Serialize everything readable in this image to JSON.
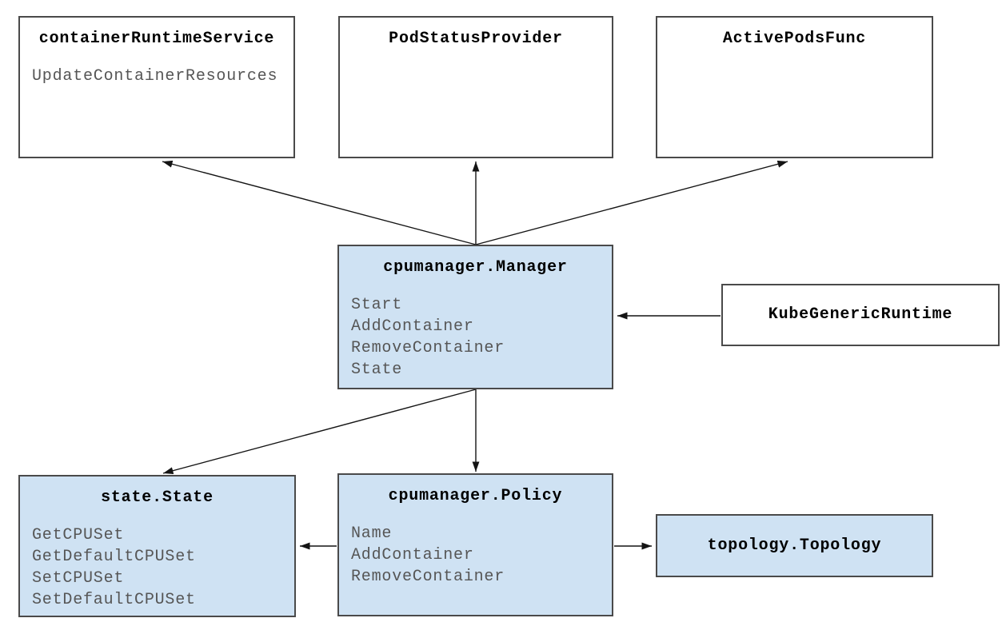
{
  "colors": {
    "highlight_fill": "#cfe2f3",
    "plain_fill": "#ffffff",
    "border": "#4a4a4a",
    "edge_line": "#141414",
    "title_text": "#000000",
    "method_text": "#565656"
  },
  "nodes": [
    {
      "id": "container-runtime-service",
      "title": "containerRuntimeService",
      "methods": [
        "UpdateContainerResources"
      ],
      "variant": "plain",
      "shape": "tall"
    },
    {
      "id": "pod-status-provider",
      "title": "PodStatusProvider",
      "methods": [],
      "variant": "plain",
      "shape": "tall"
    },
    {
      "id": "active-pods-func",
      "title": "ActivePodsFunc",
      "methods": [],
      "variant": "plain",
      "shape": "tall"
    },
    {
      "id": "cpumanager-manager",
      "title": "cpumanager.Manager",
      "methods": [
        "Start",
        "AddContainer",
        "RemoveContainer",
        "State"
      ],
      "variant": "highlight",
      "shape": "tall"
    },
    {
      "id": "kube-generic-runtime",
      "title": "KubeGenericRuntime",
      "methods": [],
      "variant": "plain",
      "shape": "banner"
    },
    {
      "id": "state-state",
      "title": "state.State",
      "methods": [
        "GetCPUSet",
        "GetDefaultCPUSet",
        "SetCPUSet",
        "SetDefaultCPUSet"
      ],
      "variant": "highlight",
      "shape": "tall"
    },
    {
      "id": "cpumanager-policy",
      "title": "cpumanager.Policy",
      "methods": [
        "Name",
        "AddContainer",
        "RemoveContainer"
      ],
      "variant": "highlight",
      "shape": "tall"
    },
    {
      "id": "topology-topology",
      "title": "topology.Topology",
      "methods": [],
      "variant": "highlight",
      "shape": "banner"
    }
  ],
  "edges": [
    {
      "from": "cpumanager-manager",
      "to": "container-runtime-service"
    },
    {
      "from": "cpumanager-manager",
      "to": "pod-status-provider"
    },
    {
      "from": "cpumanager-manager",
      "to": "active-pods-func"
    },
    {
      "from": "cpumanager-manager",
      "to": "state-state"
    },
    {
      "from": "cpumanager-manager",
      "to": "cpumanager-policy"
    },
    {
      "from": "cpumanager-policy",
      "to": "state-state"
    },
    {
      "from": "cpumanager-policy",
      "to": "topology-topology"
    },
    {
      "from": "kube-generic-runtime",
      "to": "cpumanager-manager"
    }
  ]
}
